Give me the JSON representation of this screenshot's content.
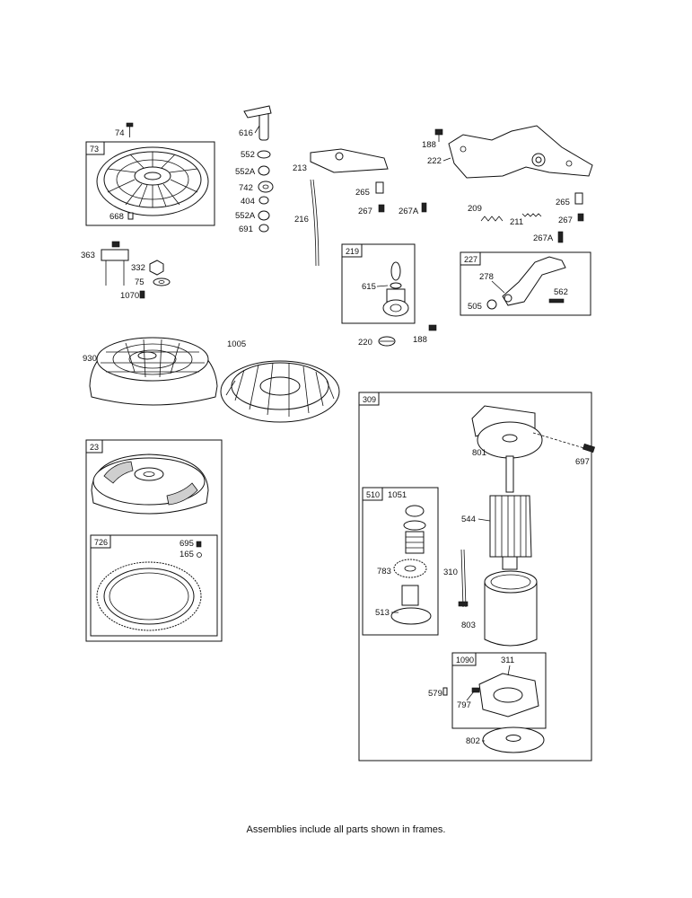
{
  "footnote": "Assemblies include all parts shown in frames.",
  "frames": {
    "f73": "73",
    "f219": "219",
    "f227": "227",
    "f309": "309",
    "f23": "23",
    "f726": "726",
    "f510": "510",
    "f1090": "1090"
  },
  "labels": {
    "p74": "74",
    "p616": "616",
    "p552": "552",
    "p552A_1": "552A",
    "p742": "742",
    "p404": "404",
    "p552A_2": "552A",
    "p691": "691",
    "p668": "668",
    "p213": "213",
    "p216": "216",
    "p265_1": "265",
    "p267_1": "267",
    "p267A_1": "267A",
    "p188_1": "188",
    "p222": "222",
    "p209": "209",
    "p211": "211",
    "p265_2": "265",
    "p267_2": "267",
    "p267A_2": "267A",
    "p363": "363",
    "p332": "332",
    "p75": "75",
    "p1070": "1070",
    "p615": "615",
    "p220": "220",
    "p188_2": "188",
    "p278": "278",
    "p562": "562",
    "p505": "505",
    "p930": "930",
    "p1005": "1005",
    "p801": "801",
    "p697": "697",
    "p1051": "1051",
    "p544": "544",
    "p783": "783",
    "p310": "310",
    "p513": "513",
    "p803": "803",
    "p311": "311",
    "p579": "579",
    "p797": "797",
    "p802": "802",
    "p695": "695",
    "p165": "165"
  }
}
